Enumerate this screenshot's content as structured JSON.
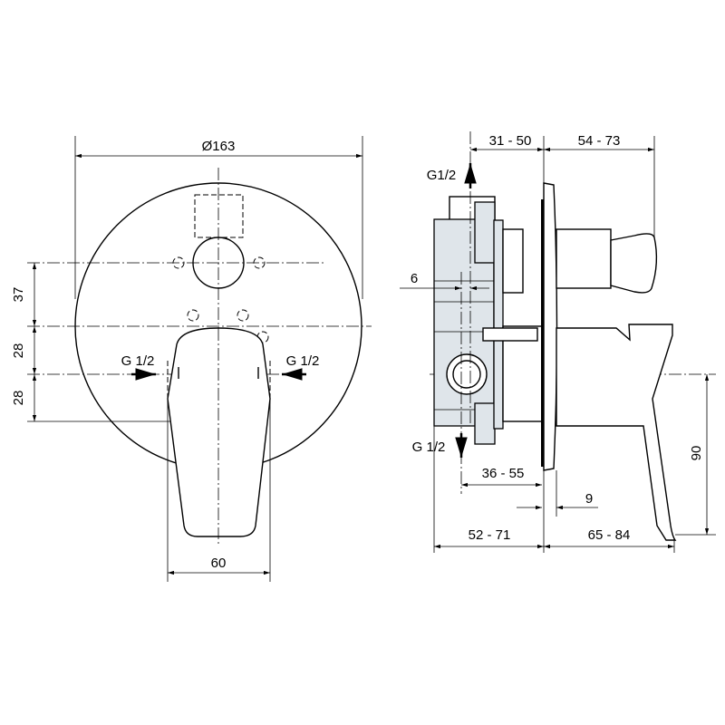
{
  "front_view": {
    "diameter": "Ø163",
    "dim_upper": "37",
    "dim_middle": "28",
    "dim_lower": "28",
    "inlet_left": "G 1/2",
    "inlet_right": "G 1/2",
    "handle_width": "60"
  },
  "side_view": {
    "outlet_top": "G1/2",
    "outlet_bottom": "G 1/2",
    "dim_top_left": "31 - 50",
    "dim_top_right": "54 - 73",
    "dim_offset": "6",
    "dim_mid": "36 - 55",
    "dim_plate": "9",
    "dim_bottom_left": "52 - 71",
    "dim_bottom_right": "65 - 84",
    "dim_height": "90"
  },
  "colors": {
    "box_fill": "#dfe5ea",
    "line": "#000000"
  }
}
